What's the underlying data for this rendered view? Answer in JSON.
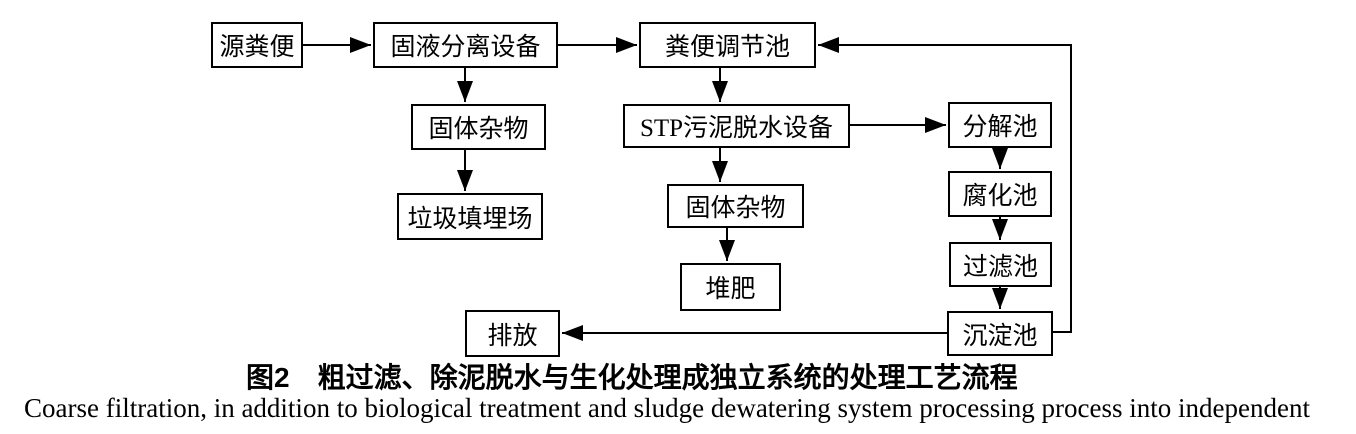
{
  "figure": {
    "caption_cn": "图2　粗过滤、除泥脱水与生化处理成独立系统的处理工艺流程",
    "caption_en": "Coarse filtration, in addition to biological treatment and sludge dewatering system processing process into independent"
  },
  "nodes": {
    "source": {
      "label": "源粪便"
    },
    "separator": {
      "label": "固液分离设备"
    },
    "regulating": {
      "label": "粪便调节池"
    },
    "solid_waste_1": {
      "label": "固体杂物"
    },
    "stp": {
      "label": "STP污泥脱水设备"
    },
    "decompose": {
      "label": "分解池"
    },
    "landfill": {
      "label": "垃圾填埋场"
    },
    "solid_waste_2": {
      "label": "固体杂物"
    },
    "septic": {
      "label": "腐化池"
    },
    "filter": {
      "label": "过滤池"
    },
    "compost": {
      "label": "堆肥"
    },
    "sediment": {
      "label": "沉淀池"
    },
    "discharge": {
      "label": "排放"
    }
  },
  "edges": [
    {
      "from": "source",
      "to": "separator"
    },
    {
      "from": "separator",
      "to": "regulating"
    },
    {
      "from": "separator",
      "to": "solid_waste_1"
    },
    {
      "from": "solid_waste_1",
      "to": "landfill"
    },
    {
      "from": "regulating",
      "to": "stp"
    },
    {
      "from": "stp",
      "to": "solid_waste_2"
    },
    {
      "from": "solid_waste_2",
      "to": "compost"
    },
    {
      "from": "stp",
      "to": "decompose"
    },
    {
      "from": "decompose",
      "to": "septic"
    },
    {
      "from": "septic",
      "to": "filter"
    },
    {
      "from": "filter",
      "to": "sediment"
    },
    {
      "from": "sediment",
      "to": "discharge"
    },
    {
      "from": "sediment",
      "to": "regulating"
    }
  ],
  "colors": {
    "stroke": "#000000",
    "background": "#ffffff"
  }
}
